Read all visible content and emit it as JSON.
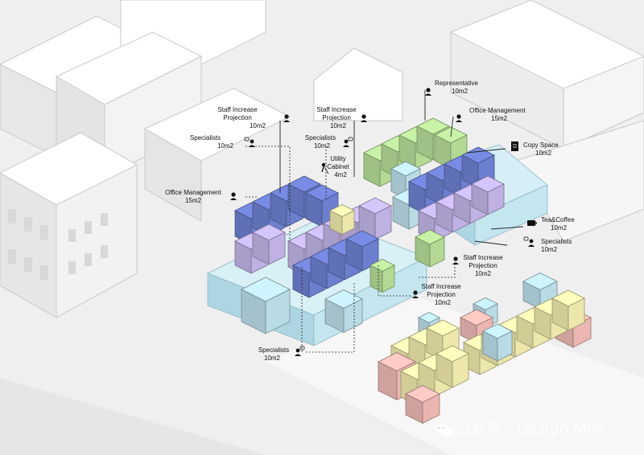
{
  "labels": {
    "representative": {
      "name": "Representative",
      "area": "10m2"
    },
    "office_management_right": {
      "name": "Office Management",
      "area": "15m2"
    },
    "copy_space": {
      "name": "Copy Space",
      "area": "10m2"
    },
    "staff_increase_left": {
      "line1": "Staff Increase",
      "line2": "Projection",
      "area": "10m2"
    },
    "staff_increase_mid": {
      "line1": "Staff Increase",
      "line2": "Projection",
      "area": "10m2"
    },
    "specialists_left": {
      "name": "Specialists",
      "area": "10m2"
    },
    "specialists_mid": {
      "name": "Specialists",
      "area": "10m2"
    },
    "utility_cabinet": {
      "line1": "Utility",
      "line2": "Cabinet",
      "area": "4m2"
    },
    "office_management_left": {
      "name": "Office Management",
      "area": "15m2"
    },
    "tea_coffee": {
      "name": "Tea&Coffee",
      "area": "10m2"
    },
    "specialists_right": {
      "name": "Specialists",
      "area": "10m2"
    },
    "staff_increase_right": {
      "line1": "Staff Increase",
      "line2": "Projection",
      "area": "10m2"
    },
    "staff_increase_low": {
      "line1": "Staff Increase",
      "line2": "Projection",
      "area": "10m2"
    },
    "specialists_bottom": {
      "name": "Specialists",
      "area": "10m2"
    }
  },
  "watermark": "公众号 · Design Milk",
  "colors": {
    "blue": "#6f82d4",
    "lavender": "#c5b6ea",
    "light_blue": "#bfe2ec",
    "green": "#b9e09a",
    "yellow": "#f4eeb0",
    "pink": "#f2bcb6",
    "building": "#ffffff"
  },
  "icons": [
    "person-icon",
    "speech-person-icon",
    "copy-document-icon",
    "cup-icon",
    "cleaner-icon",
    "watermark-logo-icon"
  ]
}
